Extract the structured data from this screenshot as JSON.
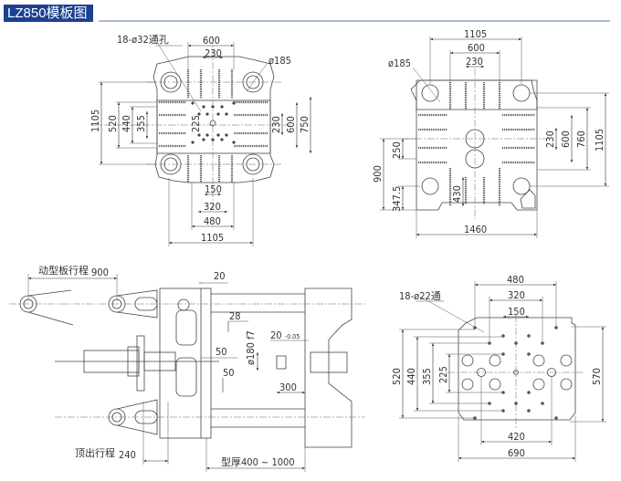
{
  "title": "LZ850模板图",
  "colors": {
    "title_bg": "#1b4190",
    "title_rule": "#a9bcd3",
    "line": "#444444"
  },
  "views": {
    "fixed_platen": {
      "label_holes": "18-ø32通孔",
      "label_tiebar": "ø185",
      "dims_top": [
        "600",
        "230"
      ],
      "dims_left": [
        "1105",
        "520",
        "440",
        "355",
        "225"
      ],
      "dims_right": [
        "230",
        "600",
        "750"
      ],
      "dims_bottom": [
        "150",
        "320",
        "480",
        "1105"
      ]
    },
    "moving_platen": {
      "label_tiebar": "ø185",
      "dims_top": [
        "1105",
        "600",
        "230"
      ],
      "dims_left": [
        "900",
        "250",
        "347.5"
      ],
      "dims_inner": [
        "430"
      ],
      "dims_right": [
        "230",
        "600",
        "760",
        "1105"
      ],
      "dims_bottom": [
        "1460"
      ]
    },
    "side_view": {
      "stroke_label": "动型板行程",
      "stroke_value": "900",
      "ejector_label": "顶出行程",
      "ejector_value": "240",
      "mold_label": "型厚",
      "mold_value": "400 ~ 1000",
      "dims": [
        "20",
        "28",
        "50",
        "50",
        "ø180 f7",
        "300"
      ],
      "locating": "20",
      "locating_tol": "-0.05"
    },
    "ejector_plate": {
      "label_holes": "18-ø22通",
      "dims_top": [
        "480",
        "320",
        "150"
      ],
      "dims_left": [
        "520",
        "440",
        "355",
        "225"
      ],
      "dims_right": [
        "570"
      ],
      "dims_bottom": [
        "420",
        "690"
      ]
    }
  }
}
